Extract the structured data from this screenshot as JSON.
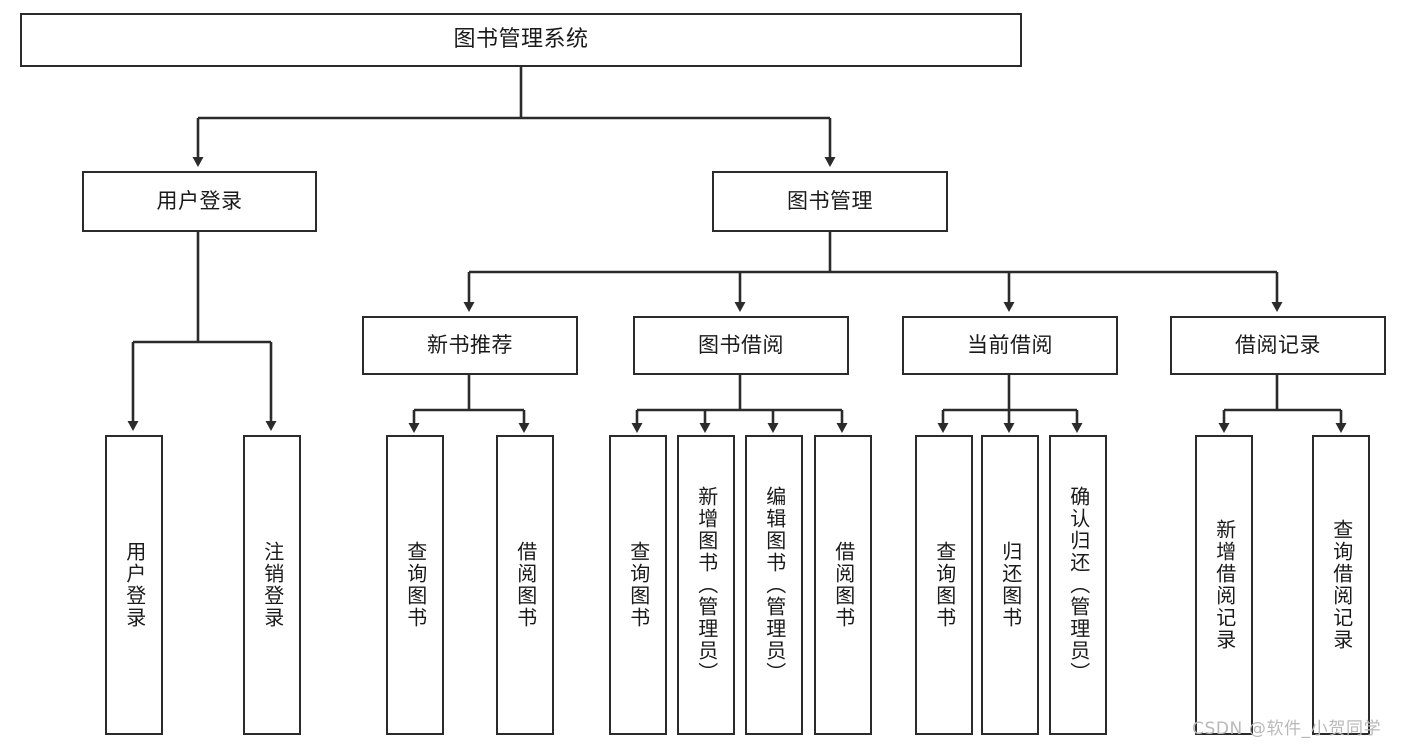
{
  "diagram": {
    "type": "tree-hierarchy",
    "title": "图书管理系统",
    "orientation": "top-down",
    "line_color": "#2b2b2b",
    "box_fill": "#ffffff",
    "levels": 4
  },
  "root": {
    "label": "图书管理系统"
  },
  "level1": [
    {
      "label": "用户登录"
    },
    {
      "label": "图书管理"
    }
  ],
  "level2": [
    {
      "label": "新书推荐"
    },
    {
      "label": "图书借阅"
    },
    {
      "label": "当前借阅"
    },
    {
      "label": "借阅记录"
    }
  ],
  "leaves": {
    "user_login": [
      {
        "label": "用户登录"
      },
      {
        "label": "注销登录"
      }
    ],
    "new_book_recommend": [
      {
        "label": "查询图书"
      },
      {
        "label": "借阅图书"
      }
    ],
    "book_borrow": [
      {
        "label": "查询图书"
      },
      {
        "label": "新增图书（管理员）"
      },
      {
        "label": "编辑图书（管理员）"
      },
      {
        "label": "借阅图书"
      }
    ],
    "current_borrow": [
      {
        "label": "查询图书"
      },
      {
        "label": "归还图书"
      },
      {
        "label": "确认归还（管理员）"
      }
    ],
    "borrow_record": [
      {
        "label": "新增借阅记录"
      },
      {
        "label": "查询借阅记录"
      }
    ]
  },
  "watermark": {
    "text": "CSDN @软件_小贺同学"
  }
}
